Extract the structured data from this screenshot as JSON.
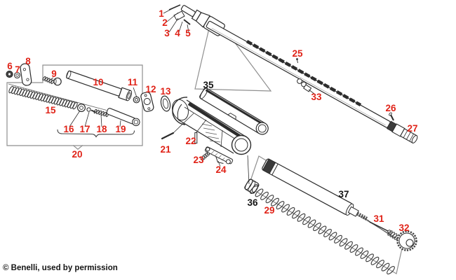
{
  "diagram": {
    "type": "exploded-parts-diagram",
    "copyright": "© Benelli, used by permission",
    "colors": {
      "red": "#e02318",
      "black": "#141414",
      "line": "#2b2b2b",
      "box": "#8f8f8f",
      "fill_dark": "#3a3a3a"
    },
    "labels": {
      "1": {
        "text": "1",
        "color": "red"
      },
      "2": {
        "text": "2",
        "color": "red"
      },
      "3": {
        "text": "3",
        "color": "red"
      },
      "4": {
        "text": "4",
        "color": "red"
      },
      "5": {
        "text": "5",
        "color": "red"
      },
      "6": {
        "text": "6",
        "color": "red"
      },
      "7": {
        "text": "7",
        "color": "red"
      },
      "8": {
        "text": "8",
        "color": "red"
      },
      "9": {
        "text": "9",
        "color": "red"
      },
      "10": {
        "text": "10",
        "color": "red"
      },
      "11": {
        "text": "11",
        "color": "red"
      },
      "12": {
        "text": "12",
        "color": "red"
      },
      "13": {
        "text": "13",
        "color": "red"
      },
      "15": {
        "text": "15",
        "color": "red"
      },
      "16": {
        "text": "16",
        "color": "red"
      },
      "17": {
        "text": "17",
        "color": "red"
      },
      "18": {
        "text": "18",
        "color": "red"
      },
      "19": {
        "text": "19",
        "color": "red"
      },
      "20": {
        "text": "20",
        "color": "red"
      },
      "21": {
        "text": "21",
        "color": "red"
      },
      "22": {
        "text": "22",
        "color": "red"
      },
      "23": {
        "text": "23",
        "color": "red"
      },
      "24": {
        "text": "24",
        "color": "red"
      },
      "25": {
        "text": "25",
        "color": "red"
      },
      "26": {
        "text": "26",
        "color": "red"
      },
      "27": {
        "text": "27",
        "color": "red"
      },
      "29": {
        "text": "29",
        "color": "red"
      },
      "31": {
        "text": "31",
        "color": "red"
      },
      "32": {
        "text": "32",
        "color": "red"
      },
      "33": {
        "text": "33",
        "color": "red"
      },
      "35": {
        "text": "35",
        "color": "black"
      },
      "36": {
        "text": "36",
        "color": "black"
      },
      "37": {
        "text": "37",
        "color": "black"
      }
    }
  }
}
